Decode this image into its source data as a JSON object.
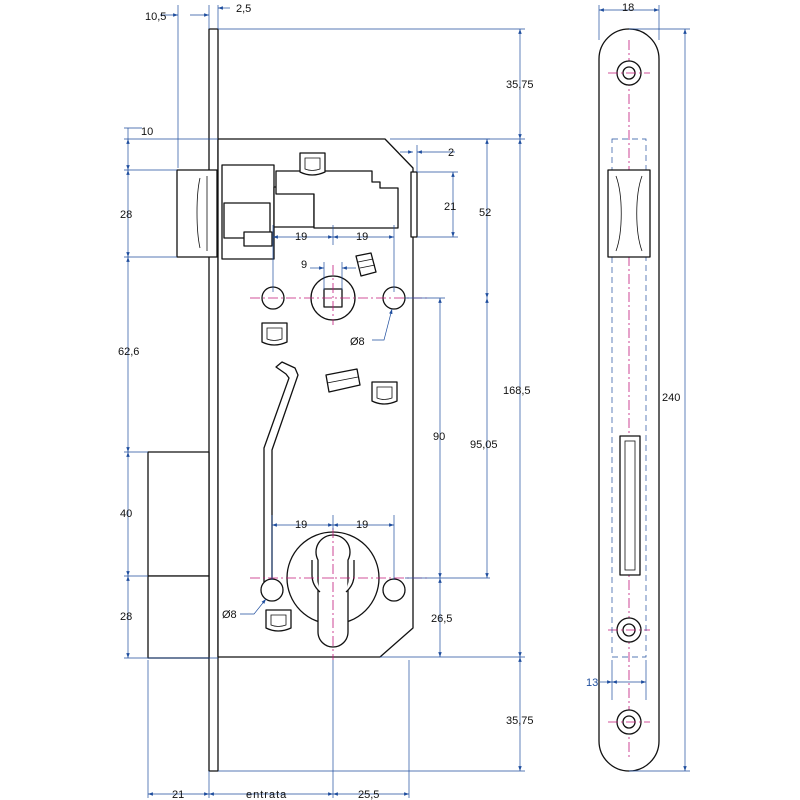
{
  "drawing": {
    "colors": {
      "line": "#111111",
      "dimension": "#1f4e9e",
      "axis": "#c2187a"
    },
    "front_view": {
      "faceplate_offset": "10,5",
      "faceplate_thickness": "2,5",
      "top_to_case": "35,75",
      "case_inset": "10",
      "latch_projection_gap": "2",
      "latch_height": "28",
      "latch_offset": "52",
      "latch_lever_height": "21",
      "latch_follower_left": "19",
      "latch_follower_right": "19",
      "follower_square": "9",
      "follower_hole_dia": "Ø8",
      "latch_to_deadbolt": "62,6",
      "case_height": "168,5",
      "follower_to_cylinder": "90",
      "latch_to_cylinder": "95,05",
      "deadbolt_height": "40",
      "cylinder_left": "19",
      "cylinder_right": "19",
      "cylinder_hole_dia": "Ø8",
      "bottom_bolt_height": "28",
      "cylinder_to_bottom": "26,5",
      "case_to_bottom": "35,75",
      "bolt_projection": "21",
      "entrance_label": "entrata",
      "backset": "25,5"
    },
    "side_view": {
      "faceplate_width": "18",
      "faceplate_length": "240",
      "slot_offset": "13"
    }
  }
}
